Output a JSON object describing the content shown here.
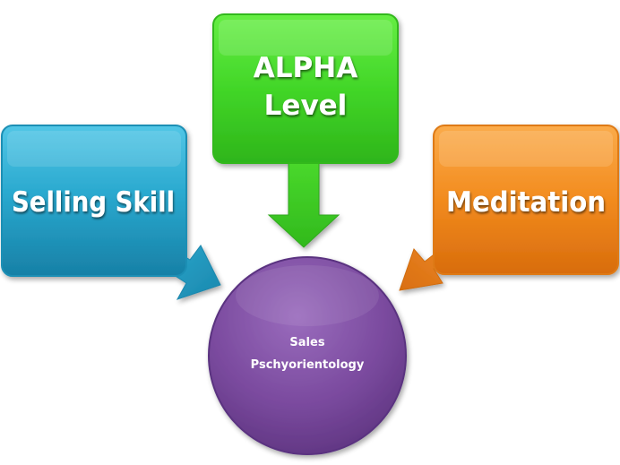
{
  "diagram": {
    "nodes": {
      "selling_skill": {
        "label": "Selling Skill",
        "color": "#2aa6c8"
      },
      "alpha_level": {
        "line1": "ALPHA",
        "line2": "Level",
        "color": "#44d62a"
      },
      "meditation": {
        "label": "Meditation",
        "color": "#f08a1e"
      },
      "center": {
        "line1": "Sales",
        "line2": "Pschyorientology",
        "color": "#7a4a9e"
      }
    }
  }
}
